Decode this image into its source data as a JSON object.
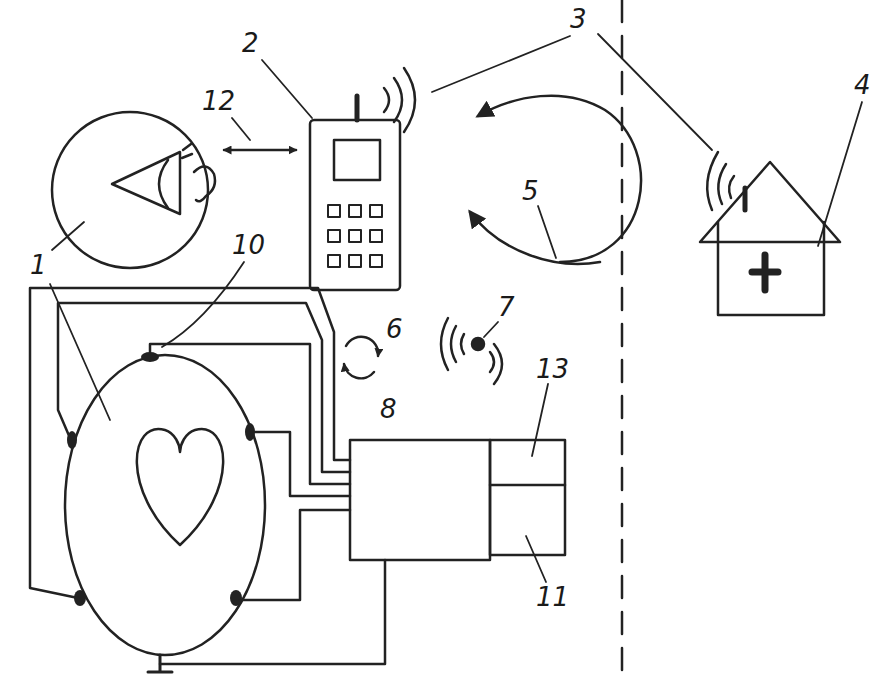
{
  "diagram": {
    "labels": [
      "2",
      "3",
      "12",
      "4",
      "5",
      "1",
      "10",
      "6",
      "7",
      "8",
      "13",
      "11"
    ]
  }
}
